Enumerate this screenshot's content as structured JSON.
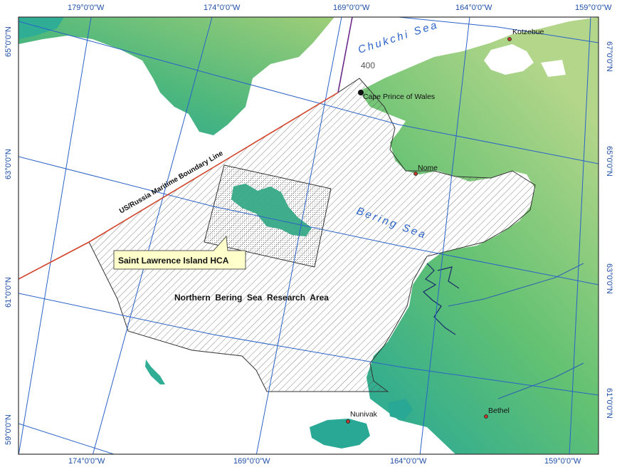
{
  "ticks_top": [
    "179°0'0\"W",
    "174°0'0\"W",
    "169°0'0\"W",
    "164°0'0\"W",
    "159°0'0\"W"
  ],
  "ticks_bottom": [
    "174°0'0\"W",
    "169°0'0\"W",
    "164°0'0\"W",
    "159°0'0\"W"
  ],
  "ticks_left": [
    "65°0'0\"N",
    "63°0'0\"N",
    "61°0'0\"N",
    "59°0'0\"N"
  ],
  "ticks_right": [
    "67°0'0\"N",
    "65°0'0\"N",
    "63°0'0\"N",
    "61°0'0\"N"
  ],
  "labels": {
    "chukchi_sea": "Chukchi Sea",
    "bering_sea": "Bering Sea",
    "contour": "400",
    "boundary": "US/Russia Maritime Boundary Line",
    "research_area": "Northern  Bering  Sea  Research  Area",
    "hca_callout": "Saint Lawrence Island HCA"
  },
  "places": {
    "kotzebue": "Kotzebue",
    "cape_prince": "Cape Prince of Wales",
    "nome": "Nome",
    "nunivak": "Nunivak",
    "bethel": "Bethel"
  },
  "colors": {
    "graticule": "#2a62c8",
    "boundary": "#d2422a",
    "water": "#ffffff",
    "land_low": "#26a89a",
    "land_mid": "#6cc46a",
    "land_high": "#b8d98a"
  }
}
